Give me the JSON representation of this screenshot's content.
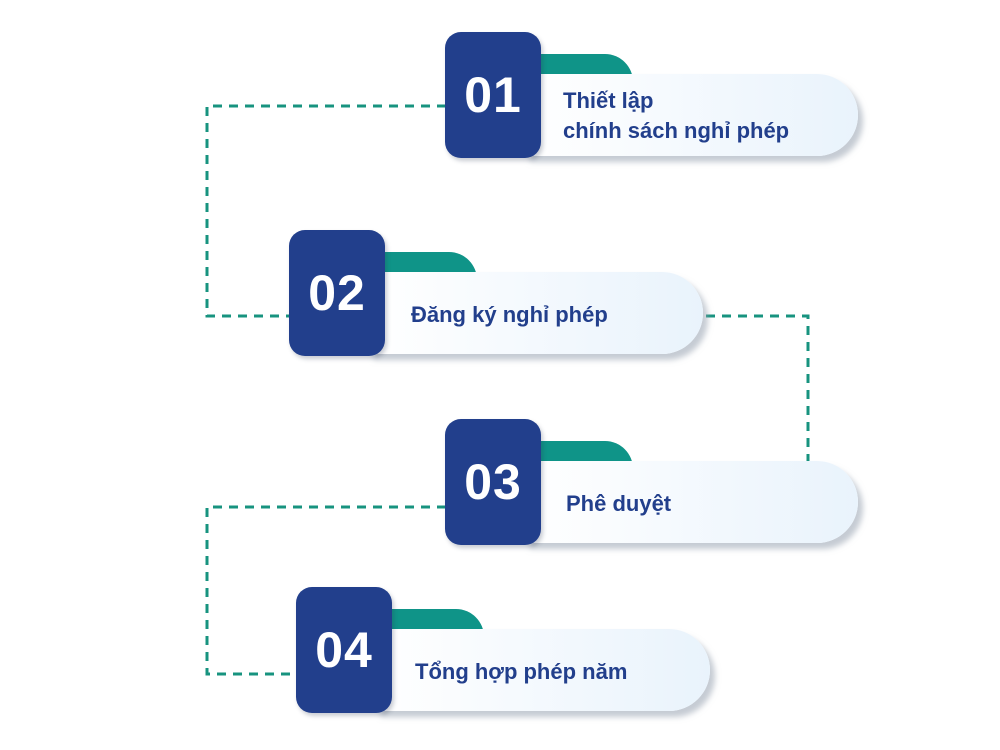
{
  "steps": [
    {
      "number": "01",
      "title_line1": "Thiết lập",
      "title_line2": "chính sách nghỉ phép"
    },
    {
      "number": "02",
      "title_line1": "Đăng ký nghỉ phép"
    },
    {
      "number": "03",
      "title_line1": "Phê duyệt"
    },
    {
      "number": "04",
      "title_line1": "Tổng hợp phép năm"
    }
  ],
  "colors": {
    "number_box": "#223f8c",
    "text": "#223f8c",
    "tab_accent": "#0f9488",
    "connector": "#17937f",
    "card_start": "#ffffff",
    "card_end": "#e9f3fc"
  }
}
